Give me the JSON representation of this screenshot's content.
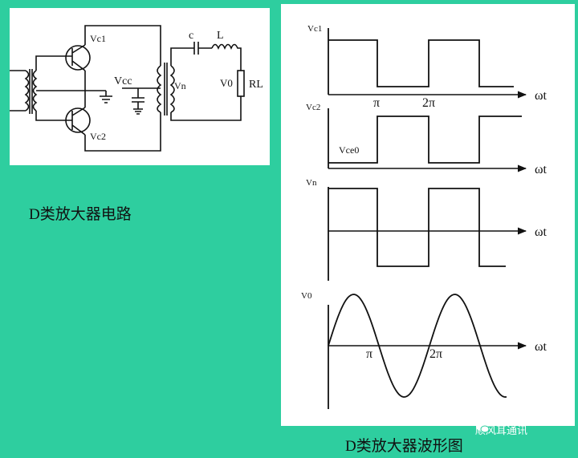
{
  "circuit": {
    "caption": "D类放大器电路",
    "labels": {
      "vc1": "Vc1",
      "vc2": "Vc2",
      "vcc": "Vcc",
      "vn": "Vn",
      "c": "c",
      "l": "L",
      "v0": "V0",
      "rl": "RL"
    }
  },
  "waveforms": {
    "caption": "D类放大器波形图",
    "x_axis_label": "ωt",
    "pi_label": "π",
    "two_pi_label": "2π",
    "plots": [
      {
        "label": "Vc1",
        "type": "square"
      },
      {
        "label": "Vc2",
        "type": "square",
        "annotation": "Vce0"
      },
      {
        "label": "Vn",
        "type": "square"
      },
      {
        "label": "V0",
        "type": "sine"
      }
    ]
  },
  "watermark": {
    "text": "顺风耳通讯"
  },
  "colors": {
    "background": "#2ece9f",
    "panel": "#ffffff",
    "ink": "#111111"
  }
}
